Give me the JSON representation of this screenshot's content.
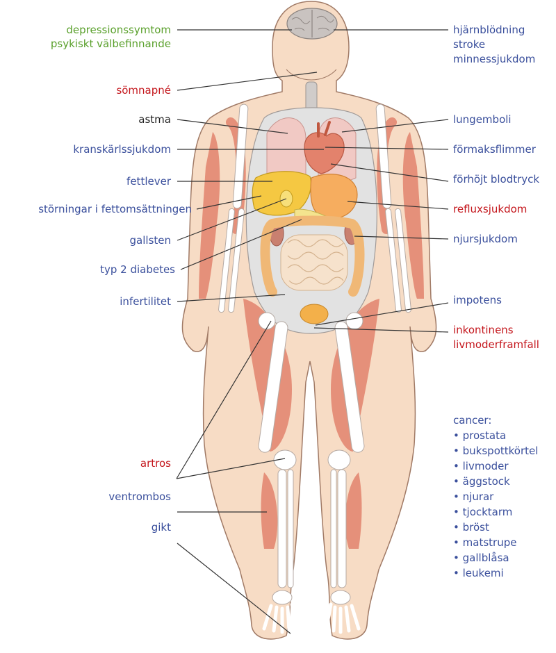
{
  "colors": {
    "green": "#5aa02c",
    "blue": "#3a4f9c",
    "red": "#c4161c",
    "black": "#222222",
    "skin": "#f7dcc5",
    "skin_outline": "#a07a66",
    "muscle": "#e5907a",
    "bone": "#ffffff",
    "organ_bg": "#e2e2e2"
  },
  "labels_left": [
    {
      "id": "depression",
      "text": "depressionssymtom",
      "color": "green"
    },
    {
      "id": "wellbeing",
      "text": "psykiskt välbefinnande",
      "color": "green"
    },
    {
      "id": "apnea",
      "text": "sömnapné",
      "color": "red"
    },
    {
      "id": "asthma",
      "text": "astma",
      "color": "black"
    },
    {
      "id": "coronary",
      "text": "kranskärlssjukdom",
      "color": "blue"
    },
    {
      "id": "fattyliver",
      "text": "fettlever",
      "color": "blue"
    },
    {
      "id": "metabolism",
      "text": "störningar i fettomsättningen",
      "color": "blue"
    },
    {
      "id": "gallstones",
      "text": "gallsten",
      "color": "blue"
    },
    {
      "id": "diabetes",
      "text": "typ 2 diabetes",
      "color": "blue"
    },
    {
      "id": "infertility",
      "text": "infertilitet",
      "color": "blue"
    },
    {
      "id": "arthrosis",
      "text": "artros",
      "color": "red"
    },
    {
      "id": "thrombosis",
      "text": "ventrombos",
      "color": "blue"
    },
    {
      "id": "gout",
      "text": "gikt",
      "color": "blue"
    }
  ],
  "labels_right": [
    {
      "id": "hemorrhage",
      "text": "hjärnblödning",
      "color": "blue"
    },
    {
      "id": "stroke",
      "text": "stroke",
      "color": "blue"
    },
    {
      "id": "memory",
      "text": "minnessjukdom",
      "color": "blue"
    },
    {
      "id": "embolism",
      "text": "lungemboli",
      "color": "blue"
    },
    {
      "id": "afib",
      "text": "förmaksflimmer",
      "color": "blue"
    },
    {
      "id": "bloodpressure",
      "text": "förhöjt blodtryck",
      "color": "blue"
    },
    {
      "id": "reflux",
      "text": "refluxsjukdom",
      "color": "red"
    },
    {
      "id": "kidney",
      "text": "njursjukdom",
      "color": "blue"
    },
    {
      "id": "impotence",
      "text": "impotens",
      "color": "blue"
    },
    {
      "id": "incontinence",
      "text": "inkontinens",
      "color": "red"
    },
    {
      "id": "prolapse",
      "text": "livmoderframfall",
      "color": "red"
    }
  ],
  "cancer": {
    "title": "cancer:",
    "bullet": "•",
    "items": [
      "prostata",
      "bukspottkörtel",
      "livmoder",
      "äggstock",
      "njurar",
      "tjocktarm",
      "bröst",
      "matstrupe",
      "gallblåsa",
      "leukemi"
    ]
  }
}
